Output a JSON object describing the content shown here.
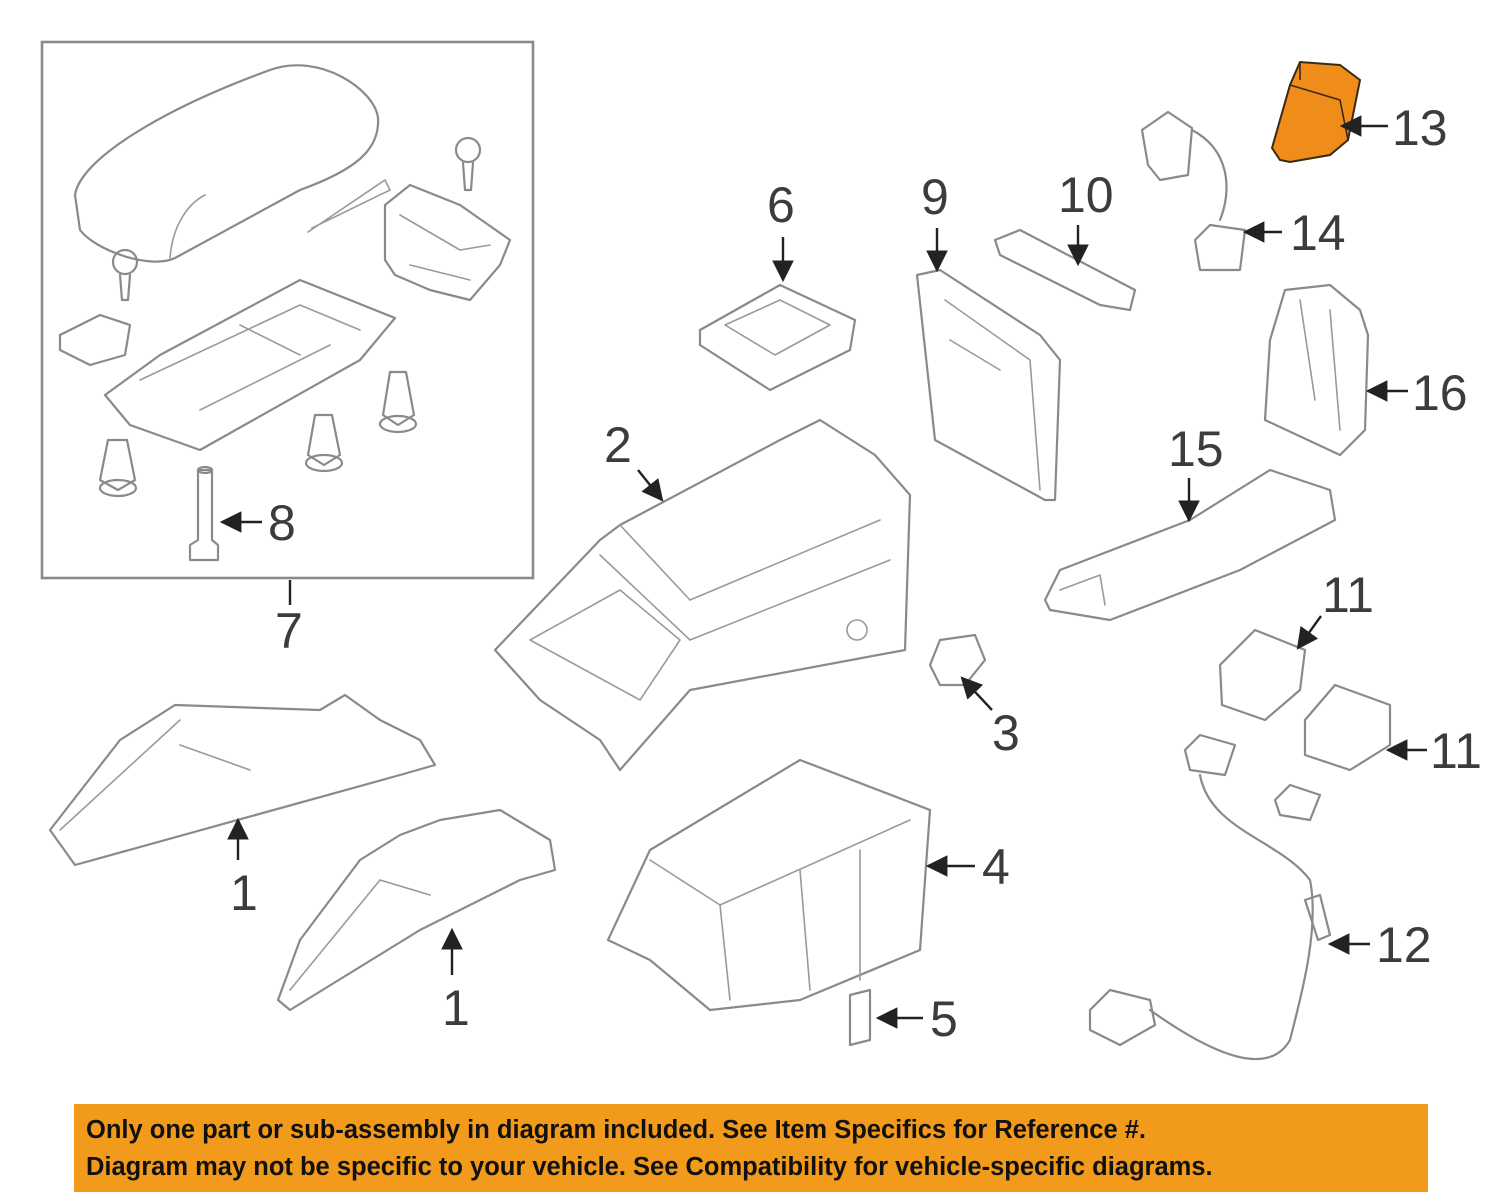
{
  "diagram": {
    "highlight_color": "#f08c1a",
    "line_color": "#8a8a8a",
    "callouts": {
      "c1a": "1",
      "c1b": "1",
      "c2": "2",
      "c3": "3",
      "c4": "4",
      "c5": "5",
      "c6": "6",
      "c7": "7",
      "c8": "8",
      "c9": "9",
      "c10": "10",
      "c11a": "11",
      "c11b": "11",
      "c12": "12",
      "c13": "13",
      "c14": "14",
      "c15": "15",
      "c16": "16"
    },
    "highlighted_part": "13"
  },
  "notice": {
    "line1": "Only one part or sub-assembly in diagram included. See Item Specifics for Reference #.",
    "line2": "Diagram may not be specific to your vehicle. See Compatibility for vehicle-specific diagrams.",
    "background": "#f29a1c"
  }
}
